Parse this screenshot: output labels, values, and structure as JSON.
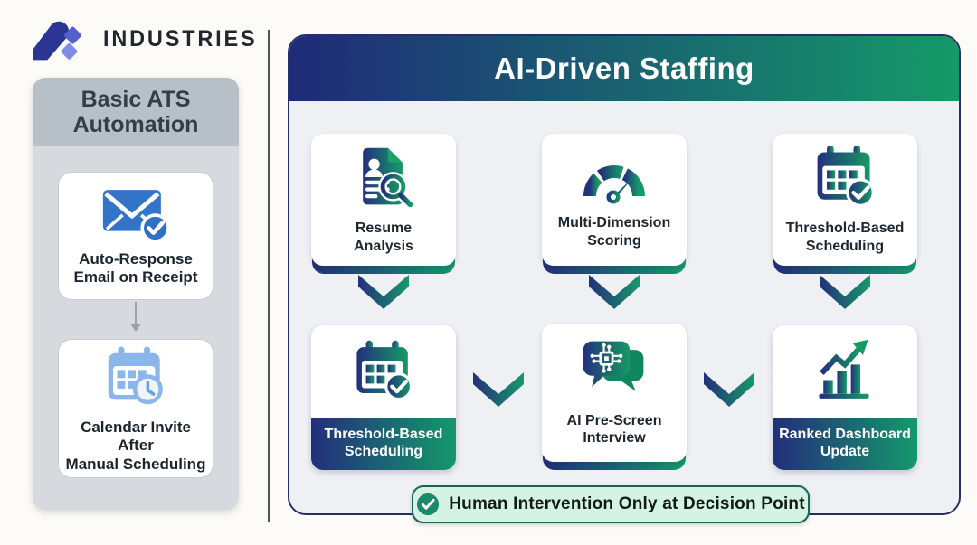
{
  "logo": {
    "brand": "INDUSTRIES"
  },
  "left_panel": {
    "title": "Basic ATS\nAutomation",
    "cards": [
      {
        "label": "Auto-Response\nEmail on Receipt",
        "icon": "envelope-check-icon"
      },
      {
        "label": "Calendar Invite After\nManual Scheduling",
        "icon": "calendar-clock-icon"
      }
    ]
  },
  "right_panel": {
    "title": "AI-Driven Staffing",
    "row1": [
      {
        "label": "Resume\nAnalysis",
        "icon": "resume-search-icon"
      },
      {
        "label": "Multi-Dimension\nScoring",
        "icon": "gauge-icon"
      },
      {
        "label": "Threshold-Based\nScheduling",
        "icon": "calendar-check-icon"
      }
    ],
    "row2": [
      {
        "label": "Threshold-Based\nScheduling",
        "icon": "calendar-check-icon",
        "style": "band"
      },
      {
        "label": "AI Pre-Screen\nInterview",
        "icon": "chat-circuit-icon",
        "style": "plain"
      },
      {
        "label": "Ranked Dashboard\nUpdate",
        "icon": "chart-arrow-icon",
        "style": "band"
      }
    ],
    "footer_badge": {
      "label": "Human Intervention Only at Decision Point",
      "icon": "check-circle-icon"
    }
  },
  "colors": {
    "gradient_start": "#1f2a78",
    "gradient_end": "#149a68",
    "left_header_gray": "#b8c0c7",
    "left_body_gray": "#d6dade",
    "panel_body": "#eef0f4",
    "panel_border": "#262f68",
    "badge_bg": "#d5f3e3",
    "badge_border": "#1e6356",
    "email_blue": "#3373c8",
    "calendar_light_blue": "#8ab6ea",
    "badge_check_green": "#1b8a6b"
  }
}
